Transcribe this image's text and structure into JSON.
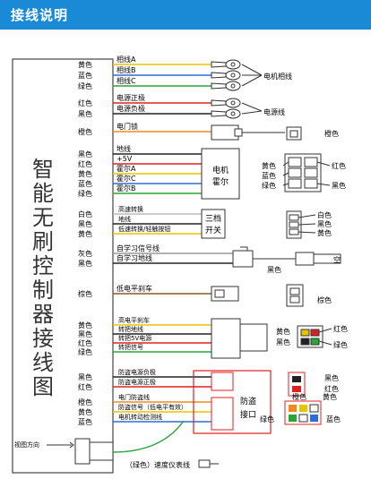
{
  "header": {
    "title": "接线说明"
  },
  "controller": {
    "title_chars": [
      "智",
      "能",
      "无",
      "刷",
      "控",
      "制",
      "器",
      "接",
      "线",
      "图"
    ]
  },
  "groups": {
    "phase": {
      "wires": [
        {
          "color_label": "黄色",
          "wire_label": "相线A",
          "stroke": "#e8c400"
        },
        {
          "color_label": "蓝色",
          "wire_label": "相线B",
          "stroke": "#2b6fd6"
        },
        {
          "color_label": "绿色",
          "wire_label": "相线C",
          "stroke": "#2aa53a"
        }
      ],
      "target": "电机相线"
    },
    "power": {
      "wires": [
        {
          "color_label": "红色",
          "wire_label": "电源正极",
          "stroke": "#e02020"
        },
        {
          "color_label": "黑色",
          "wire_label": "电源负极",
          "stroke": "#222222"
        }
      ],
      "target": "电源线"
    },
    "lock": {
      "wires": [
        {
          "color_label": "橙色",
          "wire_label": "电门锁",
          "stroke": "#f08a1c"
        }
      ],
      "target": "橙色"
    },
    "hall": {
      "wires": [
        {
          "color_label": "黑色",
          "wire_label": "地线",
          "stroke": "#222222"
        },
        {
          "color_label": "红色",
          "wire_label": "+5V",
          "stroke": "#e02020"
        },
        {
          "color_label": "黄色",
          "wire_label": "霍尔A",
          "stroke": "#e8c400"
        },
        {
          "color_label": "蓝色",
          "wire_label": "霍尔C",
          "stroke": "#2b6fd6"
        },
        {
          "color_label": "绿色",
          "wire_label": "霍尔B",
          "stroke": "#2aa53a"
        }
      ],
      "box_lines": [
        "电机",
        "霍尔"
      ],
      "pin_labels": {
        "left": [
          "黄色",
          "蓝色",
          "绿色"
        ],
        "red": "红色",
        "black": "黑色"
      }
    },
    "speed3": {
      "wires": [
        {
          "color_label": "白色",
          "wire_label": "高速转换",
          "stroke": "#bbbbbb"
        },
        {
          "color_label": "黑色",
          "wire_label": "地线",
          "stroke": "#222222"
        },
        {
          "color_label": "黄色",
          "wire_label": "低速转换/轻触按钮",
          "stroke": "#e8c400"
        }
      ],
      "box_lines": [
        "三档",
        "开关"
      ],
      "pin_labels": [
        "白色",
        "黑色",
        "黄色"
      ]
    },
    "learn": {
      "wires": [
        {
          "color_label": "灰色",
          "wire_label": "自学习信号线",
          "stroke": "#999999"
        },
        {
          "color_label": "黑色",
          "wire_label": "自学习地线",
          "stroke": "#222222"
        }
      ],
      "black": "黑色",
      "empty": "空"
    },
    "brake_low": {
      "wires": [
        {
          "color_label": "棕色",
          "wire_label": "低电平刹车",
          "stroke": "#8a5a2b"
        }
      ],
      "target": "棕色"
    },
    "handle": {
      "wires": [
        {
          "color_label": "黄色",
          "wire_label": "高电平刹车",
          "stroke": "#e8c400"
        },
        {
          "color_label": "黑色",
          "wire_label": "转把地线",
          "stroke": "#222222"
        },
        {
          "color_label": "红色",
          "wire_label": "转把5V电源",
          "stroke": "#e02020"
        },
        {
          "color_label": "绿色",
          "wire_label": "转把信号",
          "stroke": "#2aa53a"
        }
      ],
      "pin_labels": {
        "yellow": "黄色",
        "black": "黑色",
        "red": "红色",
        "green": "绿色"
      }
    },
    "antitheft": {
      "wires": [
        {
          "color_label": "黑色",
          "wire_label": "防盗电源负极",
          "stroke": "#222222"
        },
        {
          "color_label": "红色",
          "wire_label": "防盗电源正极",
          "stroke": "#e02020"
        },
        {
          "color_label": "橙色",
          "wire_label": "电门防盗线",
          "stroke": "#f08a1c"
        },
        {
          "color_label": "黄色",
          "wire_label": "防盗信号（低电平有效）",
          "stroke": "#e8c400"
        },
        {
          "color_label": "蓝色",
          "wire_label": "电机转动检测线",
          "stroke": "#2b6fd6"
        }
      ],
      "box_lines": [
        "防盗",
        "接口"
      ],
      "pin_labels": {
        "black": "黑色",
        "red": "红色",
        "orange": "橙色",
        "yellow": "黄色",
        "green": "绿色",
        "blue": "蓝色"
      }
    }
  },
  "bottom": {
    "view_dir": "视图方向",
    "speedometer": "（绿色）速度仪表线"
  }
}
